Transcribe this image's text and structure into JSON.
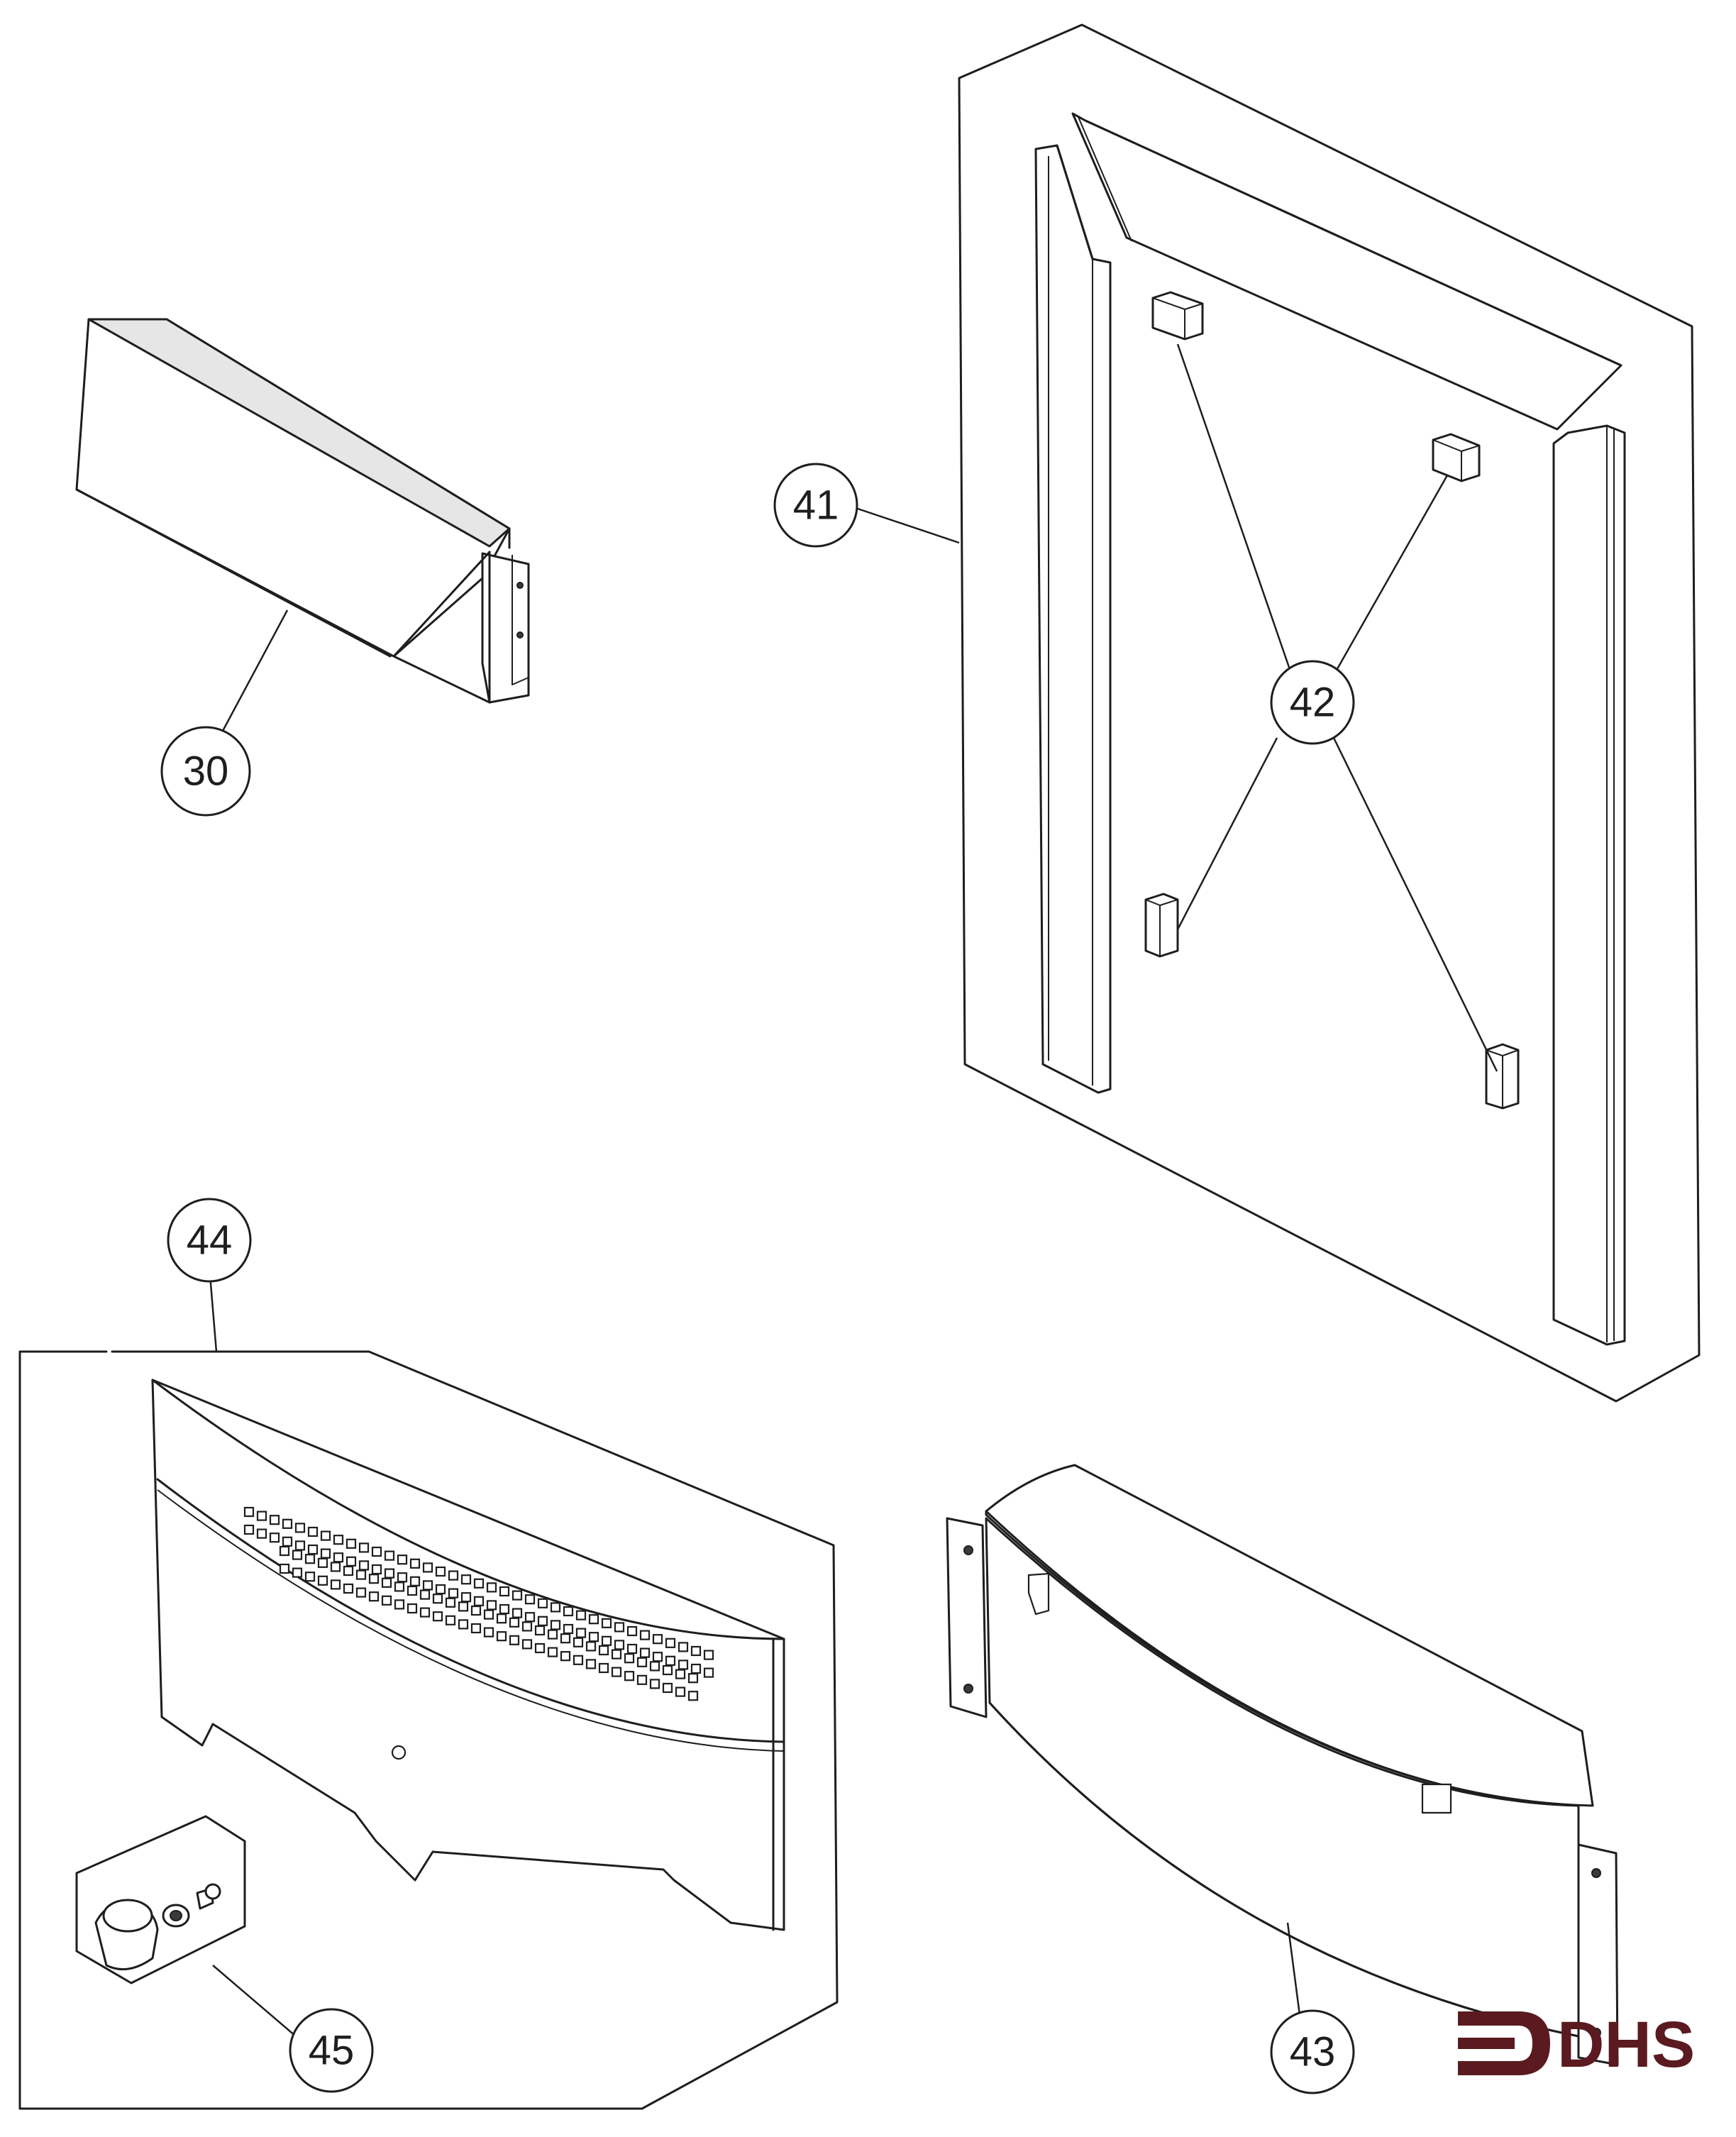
{
  "callouts": {
    "c30": "30",
    "c41": "41",
    "c42": "42",
    "c43": "43",
    "c44": "44",
    "c45": "45"
  },
  "logo": {
    "text": "DHS",
    "color": "#5a1a1f"
  },
  "colors": {
    "line": "#1e1e1e",
    "paper": "#ffffff"
  }
}
